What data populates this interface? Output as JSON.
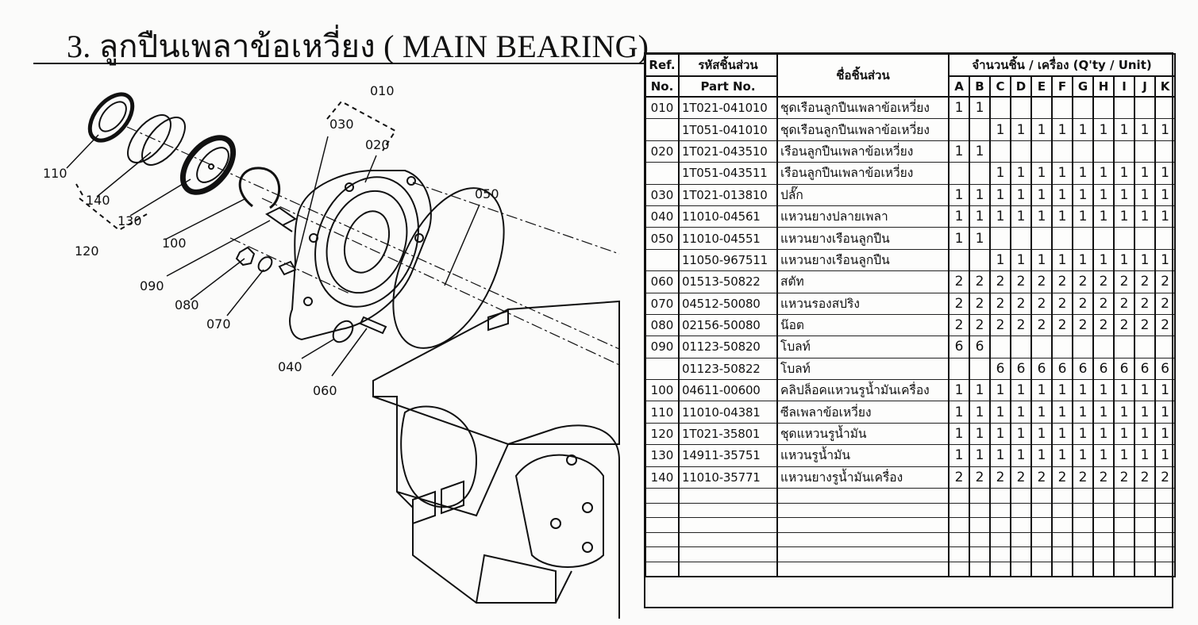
{
  "title": "3. ลูกปืนเพลาข้อเหวี่ยง ( MAIN BEARING)",
  "callouts": {
    "c010": "010",
    "c020": "020",
    "c030": "030",
    "c040": "040",
    "c050": "050",
    "c060": "060",
    "c070": "070",
    "c080": "080",
    "c090": "090",
    "c100": "100",
    "c110": "110",
    "c120": "120",
    "c130": "130",
    "c140": "140"
  },
  "table": {
    "col_ref_1": "Ref.",
    "col_ref_2": "No.",
    "col_code_1": "รหัสชิ้นส่วน",
    "col_code_2": "Part No.",
    "col_name": "ชื่อชิ้นส่วน",
    "col_qty": "จำนวนชิ้น / เครื่อง (Q'ty / Unit)",
    "units": [
      "A",
      "B",
      "C",
      "D",
      "E",
      "F",
      "G",
      "H",
      "I",
      "J",
      "K"
    ],
    "rows": [
      {
        "ref": "010",
        "part": "1T021-041010",
        "name": "ชุดเรือนลูกปืนเพลาข้อเหวี่ยง",
        "q": [
          "1",
          "1",
          "",
          "",
          "",
          "",
          "",
          "",
          "",
          "",
          ""
        ]
      },
      {
        "ref": "",
        "part": "1T051-041010",
        "name": "ชุดเรือนลูกปืนเพลาข้อเหวี่ยง",
        "q": [
          "",
          "",
          "1",
          "1",
          "1",
          "1",
          "1",
          "1",
          "1",
          "1",
          "1"
        ]
      },
      {
        "ref": "020",
        "part": "1T021-043510",
        "name": "เรือนลูกปืนเพลาข้อเหวี่ยง",
        "q": [
          "1",
          "1",
          "",
          "",
          "",
          "",
          "",
          "",
          "",
          "",
          ""
        ]
      },
      {
        "ref": "",
        "part": "1T051-043511",
        "name": "เรือนลูกปืนเพลาข้อเหวี่ยง",
        "q": [
          "",
          "",
          "1",
          "1",
          "1",
          "1",
          "1",
          "1",
          "1",
          "1",
          "1"
        ]
      },
      {
        "ref": "030",
        "part": "1T021-013810",
        "name": "ปลั๊ก",
        "q": [
          "1",
          "1",
          "1",
          "1",
          "1",
          "1",
          "1",
          "1",
          "1",
          "1",
          "1"
        ]
      },
      {
        "ref": "040",
        "part": "11010-04561",
        "name": "แหวนยางปลายเพลา",
        "q": [
          "1",
          "1",
          "1",
          "1",
          "1",
          "1",
          "1",
          "1",
          "1",
          "1",
          "1"
        ]
      },
      {
        "ref": "050",
        "part": "11010-04551",
        "name": "แหวนยางเรือนลูกปืน",
        "q": [
          "1",
          "1",
          "",
          "",
          "",
          "",
          "",
          "",
          "",
          "",
          ""
        ]
      },
      {
        "ref": "",
        "part": "11050-967511",
        "name": "แหวนยางเรือนลูกปืน",
        "q": [
          "",
          "",
          "1",
          "1",
          "1",
          "1",
          "1",
          "1",
          "1",
          "1",
          "1"
        ]
      },
      {
        "ref": "060",
        "part": "01513-50822",
        "name": "สตัท",
        "q": [
          "2",
          "2",
          "2",
          "2",
          "2",
          "2",
          "2",
          "2",
          "2",
          "2",
          "2"
        ]
      },
      {
        "ref": "070",
        "part": "04512-50080",
        "name": "แหวนรองสปริง",
        "q": [
          "2",
          "2",
          "2",
          "2",
          "2",
          "2",
          "2",
          "2",
          "2",
          "2",
          "2"
        ]
      },
      {
        "ref": "080",
        "part": "02156-50080",
        "name": "น๊อต",
        "q": [
          "2",
          "2",
          "2",
          "2",
          "2",
          "2",
          "2",
          "2",
          "2",
          "2",
          "2"
        ]
      },
      {
        "ref": "090",
        "part": "01123-50820",
        "name": "โบลท์",
        "q": [
          "6",
          "6",
          "",
          "",
          "",
          "",
          "",
          "",
          "",
          "",
          ""
        ]
      },
      {
        "ref": "",
        "part": "01123-50822",
        "name": "โบลท์",
        "q": [
          "",
          "",
          "6",
          "6",
          "6",
          "6",
          "6",
          "6",
          "6",
          "6",
          "6"
        ]
      },
      {
        "ref": "100",
        "part": "04611-00600",
        "name": "คลิปล็อคแหวนรูน้ำมันเครื่อง",
        "q": [
          "1",
          "1",
          "1",
          "1",
          "1",
          "1",
          "1",
          "1",
          "1",
          "1",
          "1"
        ]
      },
      {
        "ref": "110",
        "part": "11010-04381",
        "name": "ซีลเพลาข้อเหวี่ยง",
        "q": [
          "1",
          "1",
          "1",
          "1",
          "1",
          "1",
          "1",
          "1",
          "1",
          "1",
          "1"
        ]
      },
      {
        "ref": "120",
        "part": "1T021-35801",
        "name": "ชุดแหวนรูน้ำมัน",
        "q": [
          "1",
          "1",
          "1",
          "1",
          "1",
          "1",
          "1",
          "1",
          "1",
          "1",
          "1"
        ]
      },
      {
        "ref": "130",
        "part": "14911-35751",
        "name": "แหวนรูน้ำมัน",
        "q": [
          "1",
          "1",
          "1",
          "1",
          "1",
          "1",
          "1",
          "1",
          "1",
          "1",
          "1"
        ]
      },
      {
        "ref": "140",
        "part": "11010-35771",
        "name": "แหวนยางรูน้ำมันเครื่อง",
        "q": [
          "2",
          "2",
          "2",
          "2",
          "2",
          "2",
          "2",
          "2",
          "2",
          "2",
          "2"
        ]
      }
    ]
  }
}
